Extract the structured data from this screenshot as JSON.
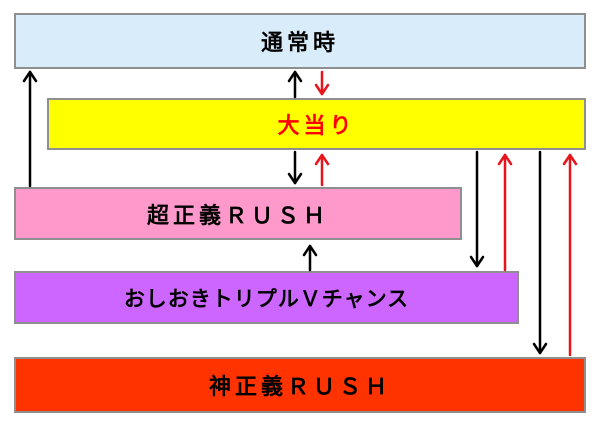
{
  "states": {
    "normal": {
      "label": "通常時",
      "fill": "#d9ecfa",
      "text_color": "#000000"
    },
    "jackpot": {
      "label": "大当り",
      "fill": "#ffff00",
      "text_color": "#ff0000"
    },
    "super_rush": {
      "label": "超正義ＲＵＳＨ",
      "fill": "#ff99cc",
      "text_color": "#000000"
    },
    "oshioki": {
      "label": "おしおきトリプルＶチャンス",
      "fill": "#cc66ff",
      "text_color": "#000000"
    },
    "god_rush": {
      "label": "神正義ＲＵＳＨ",
      "fill": "#ff3300",
      "text_color": "#000000"
    }
  },
  "arrow_colors": {
    "black": "#000000",
    "red": "#e8141b"
  },
  "transitions": [
    {
      "from": "super_rush",
      "to": "normal",
      "color": "black"
    },
    {
      "from": "jackpot",
      "to": "normal",
      "color": "black"
    },
    {
      "from": "normal",
      "to": "jackpot",
      "color": "red"
    },
    {
      "from": "jackpot",
      "to": "super_rush",
      "color": "black"
    },
    {
      "from": "super_rush",
      "to": "jackpot",
      "color": "red"
    },
    {
      "from": "oshioki",
      "to": "super_rush",
      "color": "black"
    },
    {
      "from": "jackpot",
      "to": "oshioki",
      "color": "black"
    },
    {
      "from": "oshioki",
      "to": "jackpot",
      "color": "red"
    },
    {
      "from": "jackpot",
      "to": "god_rush",
      "color": "black"
    },
    {
      "from": "god_rush",
      "to": "jackpot",
      "color": "red"
    }
  ]
}
